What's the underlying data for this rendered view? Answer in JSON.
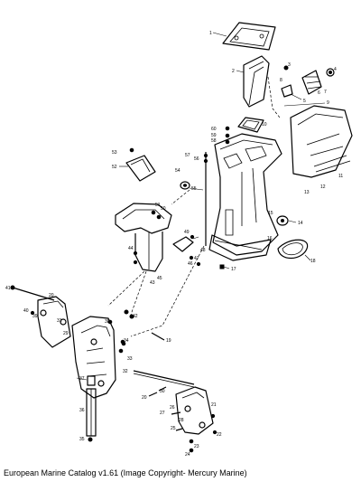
{
  "caption": "European Marine Catalog v1.61 (Image Copyright- Mercury Marine)",
  "labels": {
    "n1": "1",
    "n2": "2",
    "n3": "3",
    "n4": "4",
    "n5": "5",
    "n6": "6",
    "n7": "7",
    "n8": "8",
    "n9": "9",
    "n10": "10",
    "n11": "11",
    "n12": "12",
    "n13": "13",
    "n14": "14",
    "n15": "15",
    "n16": "16",
    "n17": "17",
    "n18": "18",
    "n19": "19",
    "n20": "20",
    "n21": "21",
    "n22": "22",
    "n23": "23",
    "n24": "24",
    "n25": "25",
    "n26": "26",
    "n27": "27",
    "n28": "28",
    "n29": "29",
    "n30": "30",
    "n31": "31",
    "n32": "32",
    "n33": "33",
    "n34": "34",
    "n35": "35",
    "n36": "36",
    "n37": "37",
    "n38": "38",
    "n39": "39",
    "n40": "40",
    "n41": "41",
    "n42": "42",
    "n43": "43",
    "n44": "44",
    "n45": "45",
    "n46": "46",
    "n47": "47",
    "n48": "48",
    "n49": "49",
    "n50": "50",
    "n51": "51",
    "n52": "52",
    "n53": "53",
    "n54": "54",
    "n55": "55",
    "n56": "56",
    "n57": "57",
    "n58": "58",
    "n59": "59",
    "n60": "60"
  }
}
